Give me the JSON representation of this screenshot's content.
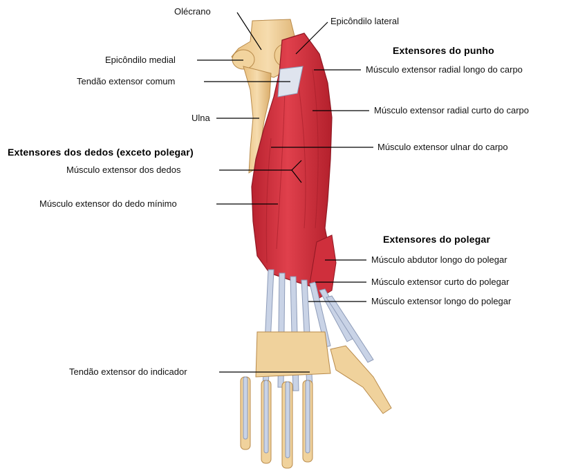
{
  "headings": {
    "wrist": "Extensores do punho",
    "fingers": "Extensores dos dedos (exceto polegar)",
    "thumb": "Extensores do polegar"
  },
  "labels": {
    "olecranon": "Olécrano",
    "lateral_epicondyle": "Epicôndilo lateral",
    "medial_epicondyle": "Epicôndilo medial",
    "common_extensor_tendon": "Tendão extensor comum",
    "ulna": "Ulna",
    "ecrl": "Músculo extensor radial longo do carpo",
    "ecrb": "Músculo extensor radial curto do carpo",
    "ecu": "Músculo extensor ulnar do carpo",
    "ed": "Músculo extensor dos dedos",
    "edm": "Músculo extensor do dedo mínimo",
    "apl": "Músculo abdutor longo do polegar",
    "epb": "Músculo extensor curto do polegar",
    "epl": "Músculo extensor longo do polegar",
    "eip": "Tendão extensor do indicador"
  },
  "colors": {
    "muscle": "#d8323f",
    "muscle_dark": "#a51e2b",
    "bone": "#f0d29c",
    "bone_shade": "#d6ab6b",
    "tendon": "#c9d3e6",
    "tendon_edge": "#8d9bb8",
    "leader": "#000000"
  }
}
